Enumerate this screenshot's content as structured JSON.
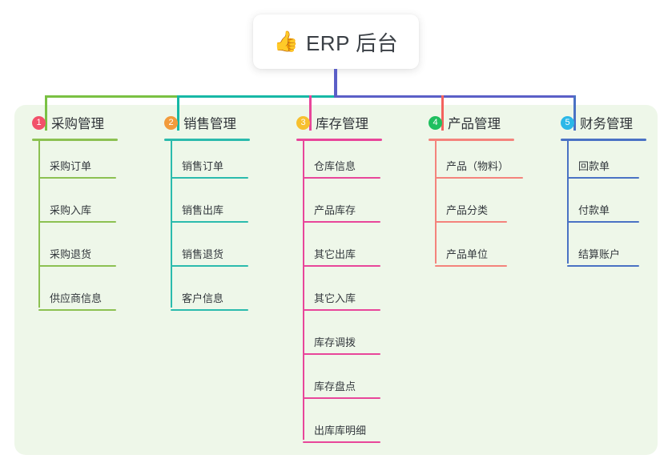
{
  "root": {
    "emoji": "👍",
    "emoji_name": "thumbs-up-icon",
    "title": "ERP 后台"
  },
  "palette": {
    "panel_bg": "#eef7e9",
    "page_bg": "#ffffff",
    "bus_left_green": "#7ac143",
    "bus_teal": "#17b8a6",
    "bus_purple": "#5b5fc7",
    "drop_pink": "#e8469a",
    "drop_red": "#f4635e",
    "drop_blue": "#4a72c4"
  },
  "columns": [
    {
      "index": "1",
      "title": "采购管理",
      "badge_color": "#f2516a",
      "line_color": "#8cc152",
      "drop_color": "#7ac143",
      "items": [
        "采购订单",
        "采购入库",
        "采购退货",
        "供应商信息"
      ]
    },
    {
      "index": "2",
      "title": "销售管理",
      "badge_color": "#f29b3c",
      "line_color": "#2bbbad",
      "drop_color": "#17b8a6",
      "items": [
        "销售订单",
        "销售出库",
        "销售退货",
        "客户信息"
      ]
    },
    {
      "index": "3",
      "title": "库存管理",
      "badge_color": "#f7c02e",
      "line_color": "#e8469a",
      "drop_color": "#e8469a",
      "items": [
        "仓库信息",
        "产品库存",
        "其它出库",
        "其它入库",
        "库存调拨",
        "库存盘点",
        "出库库明细"
      ]
    },
    {
      "index": "4",
      "title": "产品管理",
      "badge_color": "#1fbf5f",
      "line_color": "#f4837c",
      "drop_color": "#f4635e",
      "items": [
        "产品（物料）",
        "产品分类",
        "产品单位"
      ]
    },
    {
      "index": "5",
      "title": "财务管理",
      "badge_color": "#2bb8e8",
      "line_color": "#4a72c4",
      "drop_color": "#4a72c4",
      "items": [
        "回款单",
        "付款单",
        "结算账户"
      ]
    }
  ]
}
